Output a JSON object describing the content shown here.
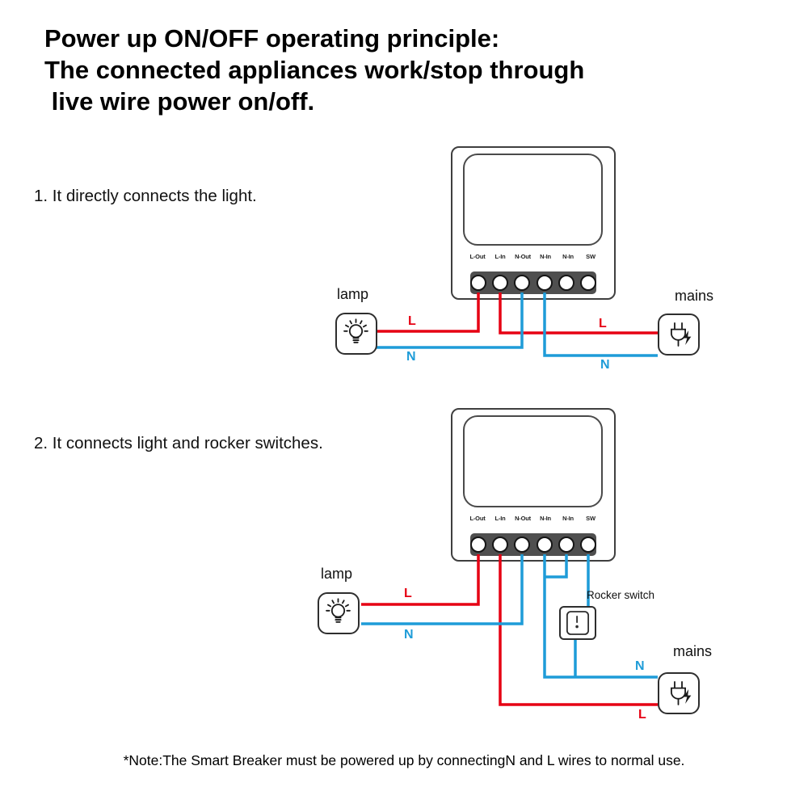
{
  "title": {
    "line1": "Power up ON/OFF operating principle:",
    "line2": "The connected appliances work/stop through",
    "line3": " live wire power on/off."
  },
  "sections": {
    "one": "1. It directly connects the light.",
    "two": "2. It connects light and rocker switches."
  },
  "device": {
    "terminals": [
      "L-Out",
      "L-In",
      "N-Out",
      "N-In",
      "N-In",
      "SW"
    ]
  },
  "labels": {
    "lamp": "lamp",
    "mains": "mains",
    "rocker_switch": "Rocker switch",
    "live": "L",
    "neutral": "N"
  },
  "icons": {
    "lamp": "bulb-icon",
    "mains": "plug-lightning-icon",
    "rocker": "rocker-switch-icon"
  },
  "colors": {
    "live": "#e60013",
    "neutral": "#1e9cd8"
  },
  "note": "*Note:The Smart Breaker must be powered up by connectingN and L wires to normal use."
}
